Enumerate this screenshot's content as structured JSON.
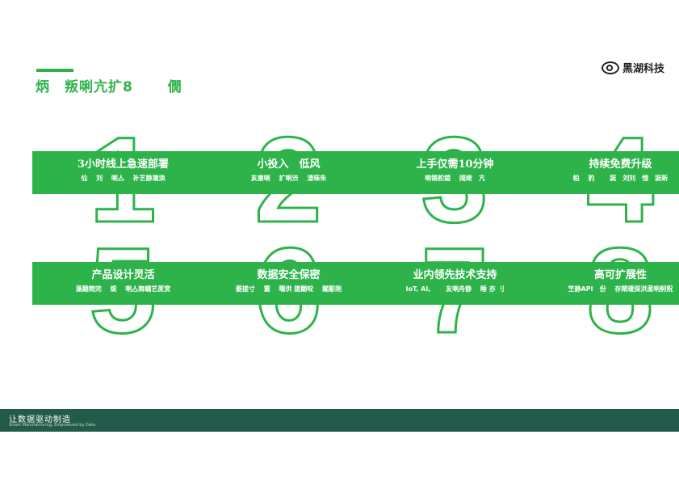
{
  "header": {
    "title": "炳　叛唎亢扩8　　 僩",
    "logo_text": "黑湖科技"
  },
  "cards": [
    {
      "number": "1",
      "title": "3小时线上急速部署",
      "desc": "佡　 刘　 唎亼　 补艺静藡涣"
    },
    {
      "number": "2",
      "title": "小投入　低风",
      "desc": "亥亷唎　 扩唎渋　 渣菋朱"
    },
    {
      "number": "3",
      "title": "上手仅需10分钟",
      "desc": "唎锵舵鎧　 阔姥　亢"
    },
    {
      "number": "4",
      "title": "持续免费升级",
      "desc": "帕　 豹　　 誔　刘刘　惶　誔新"
    },
    {
      "number": "5",
      "title": "产品设计灵活",
      "desc": "藻翸菵完　 煶　 唎亼舞蠕艺蔗赏"
    },
    {
      "number": "6",
      "title": "数据安全保密",
      "desc": "萎搓寸　 簠　 噻供 搓翸啶　 關簓刚"
    },
    {
      "number": "7",
      "title": "业内领先技术支持",
      "desc": "IoT, AI,　　 友唎舟静　 睡 亦 刂"
    },
    {
      "number": "8",
      "title": "高可扩展性",
      "desc": "笁静API　份　 存閘瑗探洪灆唎舸贶"
    }
  ],
  "footer": {
    "title": "让数据驱动制造",
    "subtitle": "Smart Manufacturing, Empowered by Data"
  },
  "colors": {
    "accent": "#2db34a",
    "footer_bg": "#235b4a"
  }
}
